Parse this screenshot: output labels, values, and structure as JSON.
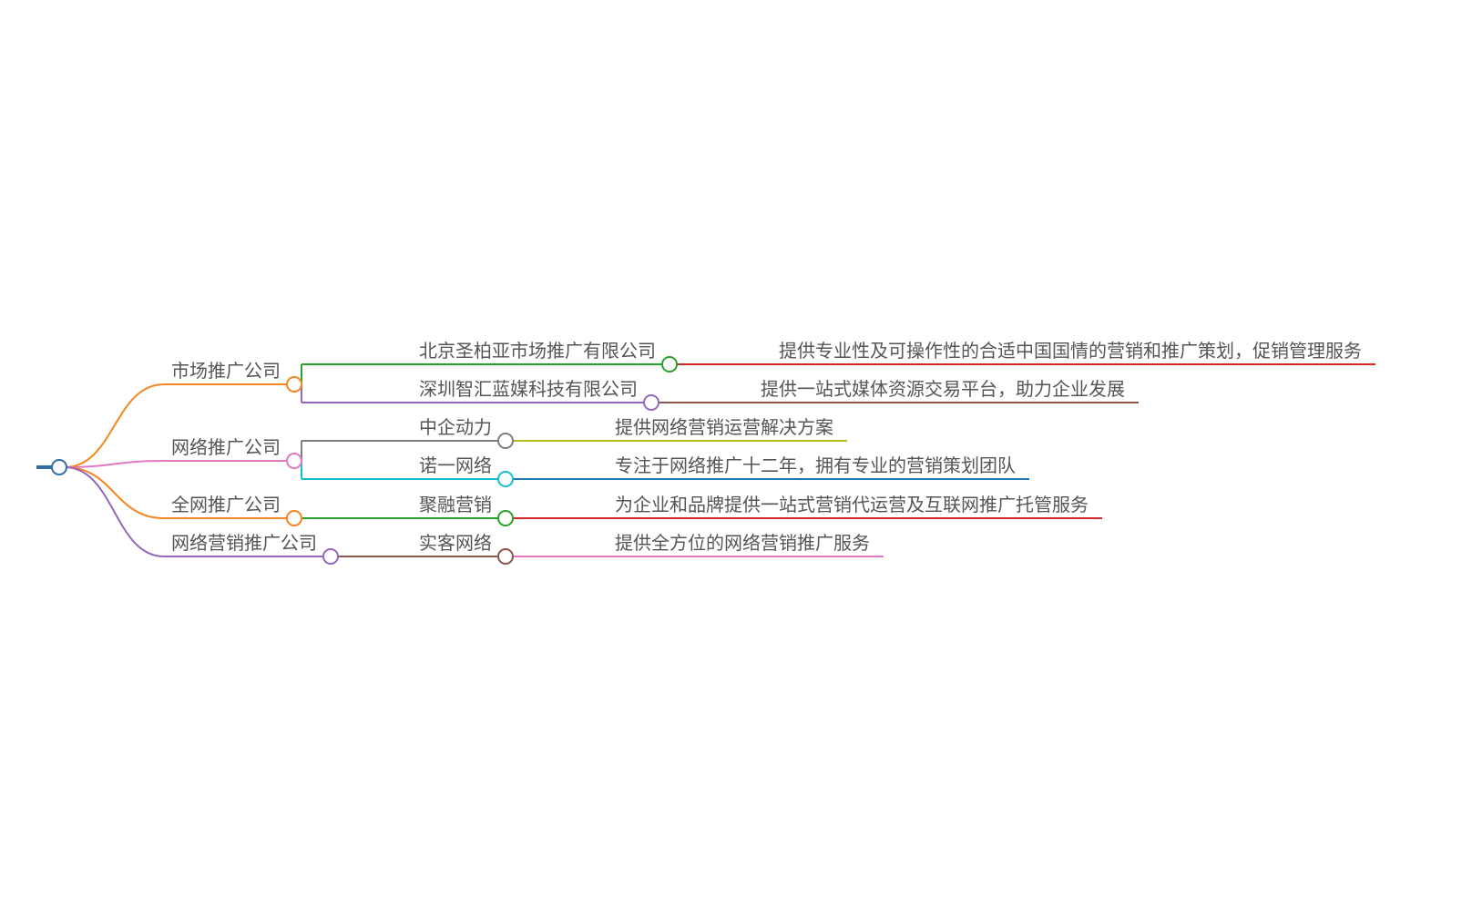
{
  "root": {
    "color": "#2f6fa6"
  },
  "branches": [
    {
      "label": "市场推广公司",
      "color": "#f5861f",
      "children": [
        {
          "label": "北京圣柏亚市场推广有限公司",
          "color": "#2ca02c",
          "detail": {
            "label": "提供专业性及可操作性的合适中国国情的营销和推广策划，促销管理服务",
            "color": "#d62728"
          }
        },
        {
          "label": "深圳智汇蓝媒科技有限公司",
          "color": "#9467bd",
          "detail": {
            "label": "提供一站式媒体资源交易平台，助力企业发展",
            "color": "#8c564b"
          }
        }
      ]
    },
    {
      "label": "网络推广公司",
      "color": "#e377c2",
      "children": [
        {
          "label": "中企动力",
          "color": "#7f7f7f",
          "detail": {
            "label": "提供网络营销运营解决方案",
            "color": "#bcbd22"
          }
        },
        {
          "label": "诺一网络",
          "color": "#17becf",
          "detail": {
            "label": "专注于网络推广十二年，拥有专业的营销策划团队",
            "color": "#1f77b4"
          }
        }
      ]
    },
    {
      "label": "全网推广公司",
      "color": "#f5861f",
      "children": [
        {
          "label": "聚融营销",
          "color": "#2ca02c",
          "detail": {
            "label": "为企业和品牌提供一站式营销代运营及互联网推广托管服务",
            "color": "#d62728"
          }
        }
      ]
    },
    {
      "label": "网络营销推广公司",
      "color": "#9467bd",
      "children": [
        {
          "label": "实客网络",
          "color": "#8c564b",
          "detail": {
            "label": "提供全方位的网络营销推广服务",
            "color": "#e377c2"
          }
        }
      ]
    }
  ]
}
